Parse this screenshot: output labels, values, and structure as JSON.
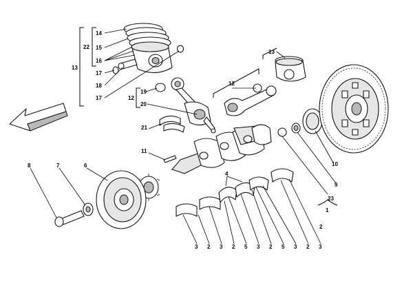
{
  "callouts": {
    "c1": "1",
    "c2a": "2",
    "c2b": "2",
    "c2c": "2",
    "c2d": "2",
    "c2e": "2",
    "c3a": "3",
    "c3b": "3",
    "c3c": "3",
    "c3d": "3",
    "c3e": "3",
    "c4": "4",
    "c5a": "5",
    "c5b": "5",
    "c6": "6",
    "c7": "7",
    "c8": "8",
    "c9": "9",
    "c10": "10",
    "c11": "11",
    "c12a": "12",
    "c12b": "12",
    "c13a": "13",
    "c13b": "13",
    "c14": "14",
    "c15": "15",
    "c16": "16",
    "c17a": "17",
    "c17b": "17",
    "c18": "18",
    "c19": "19",
    "c20": "20",
    "c21": "21",
    "c22": "22",
    "c23": "23"
  },
  "icons": {
    "direction_arrow": "front-direction-arrow-icon"
  }
}
